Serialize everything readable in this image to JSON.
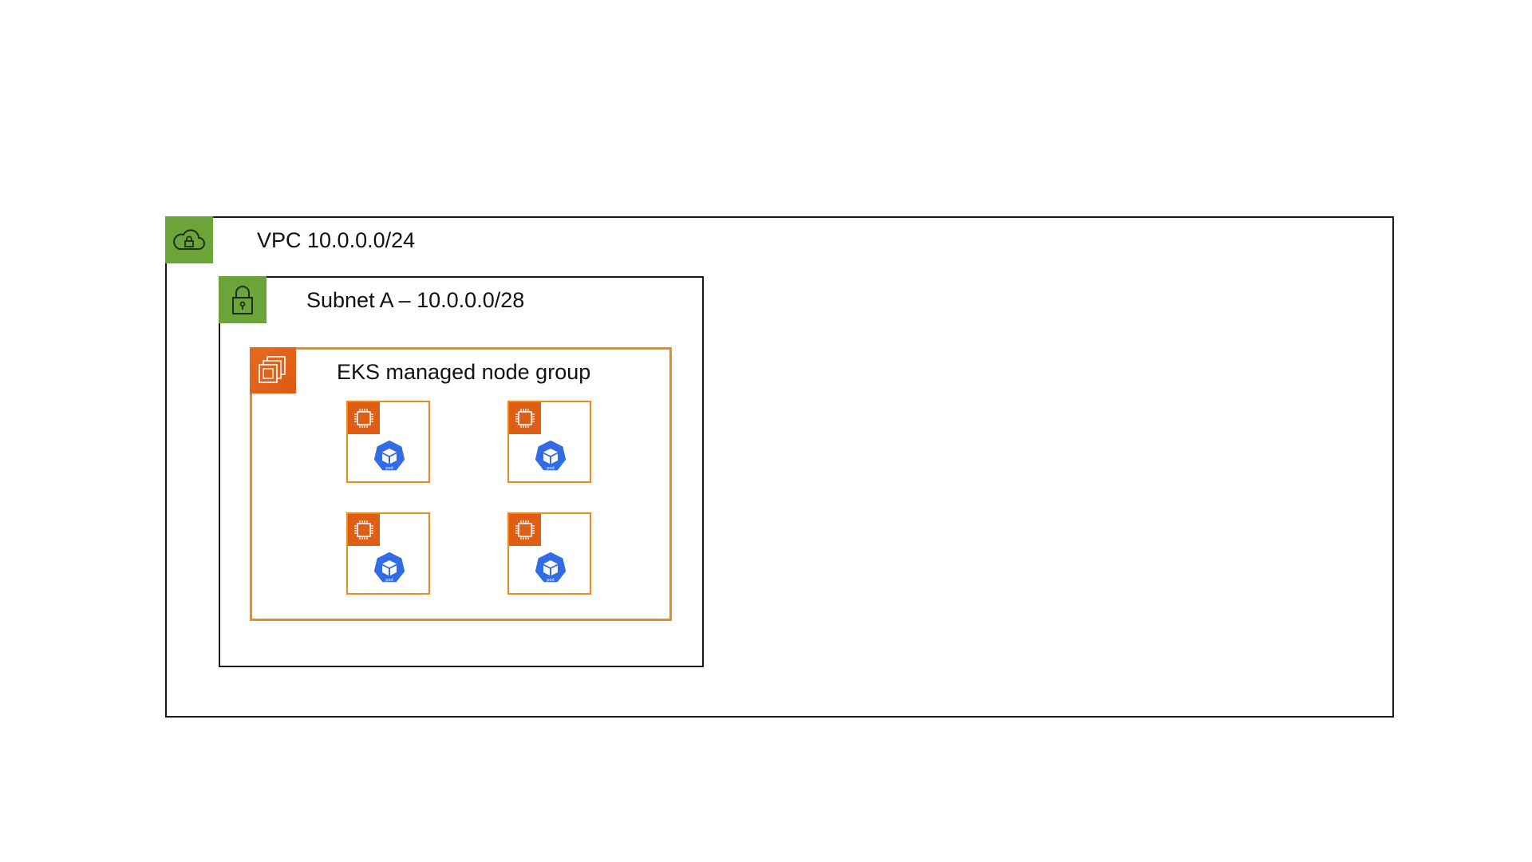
{
  "diagram": {
    "vpc": {
      "label": "VPC 10.0.0.0/24",
      "icon": "vpc-cloud-lock-icon",
      "color": "#6ba539"
    },
    "subnet": {
      "label": "Subnet A – 10.0.0.0/28",
      "icon": "padlock-icon",
      "color": "#6ba539"
    },
    "node_group": {
      "label": "EKS managed node group",
      "icon": "ec2-instances-icon",
      "color": "#ef8a1d"
    },
    "nodes": [
      {
        "icon": "ec2-instance-chip-icon",
        "pod_icon": "kubernetes-pod-icon",
        "pod_label": "pod"
      },
      {
        "icon": "ec2-instance-chip-icon",
        "pod_icon": "kubernetes-pod-icon",
        "pod_label": "pod"
      },
      {
        "icon": "ec2-instance-chip-icon",
        "pod_icon": "kubernetes-pod-icon",
        "pod_label": "pod"
      },
      {
        "icon": "ec2-instance-chip-icon",
        "pod_icon": "kubernetes-pod-icon",
        "pod_label": "pod"
      }
    ],
    "colors": {
      "group_border": "#1a1a1a",
      "node_border": "#ef8a1d",
      "chip_fill": "#dd5e14",
      "pod_fill": "#326ce5"
    }
  }
}
